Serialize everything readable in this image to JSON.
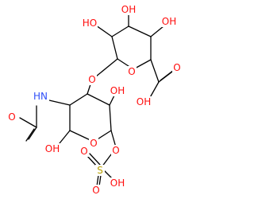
{
  "labels": {
    "oh_top_left": "HO",
    "oh_top_mid": "OH",
    "oh_top_right": "OH",
    "o_link": "O",
    "o_ring_upper": "O",
    "o_acid_dbl": "O",
    "oh_acid": "OH",
    "nh": "HN",
    "o_acetyl": "O",
    "oh_mid": "OH",
    "oh_bottom_left": "OH",
    "o_ring_lower": "O",
    "o_sulfate_link": "O",
    "s": "S",
    "o_sulfate_top": "O",
    "o_sulfate_bottom": "O",
    "oh_sulfate": "OH"
  },
  "colors": {
    "oxygen": "#ff0d0d",
    "nitrogen": "#3050f8",
    "sulfur": "#b8a000",
    "carbon_bond": "#000000"
  }
}
